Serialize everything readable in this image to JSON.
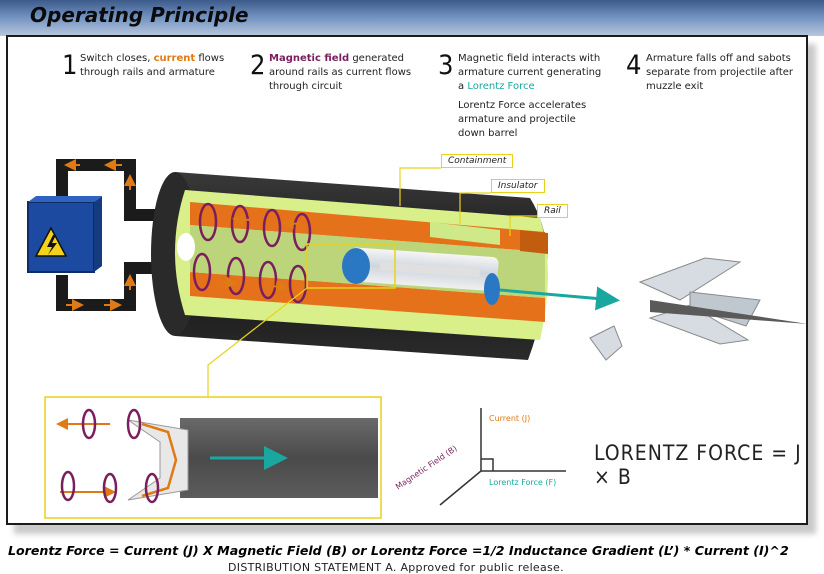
{
  "title": "Operating Principle",
  "steps": [
    {
      "number": "1",
      "pre": "Switch closes, ",
      "highlight": "current",
      "post": " flows through rails and armature"
    },
    {
      "number": "2",
      "highlight": "Magnetic field",
      "post": " generated around rails as current flows through circuit"
    },
    {
      "number": "3",
      "pre": "Magnetic field interacts with armature current generating a ",
      "highlight": "Lorentz Force",
      "extra": "Lorentz Force accelerates armature and projectile down barrel"
    },
    {
      "number": "4",
      "pre": "Armature falls off and sabots separate from projectile after muzzle exit"
    }
  ],
  "labels": {
    "containment": "Containment",
    "insulator": "Insulator",
    "rail": "Rail"
  },
  "axes": {
    "current": "Current (J)",
    "field": "Magnetic Field (B)",
    "force": "Lorentz Force (F)"
  },
  "formula_big": "LORENTZ FORCE = J × B",
  "caption": "Lorentz Force = Current (J) X Magnetic Field (B) or Lorentz Force =1/2 Inductance Gradient (L’) * Current (I)^2",
  "distribution": "DISTRIBUTION STATEMENT A. Approved for public release.",
  "colors": {
    "current": "#e07a14",
    "field": "#7a1f5e",
    "lorentz": "#1aa7a0",
    "rail": "#e5721a",
    "insulator": "#d9ef8a",
    "barrel": "#1b1b1b",
    "callout": "#e8d21a",
    "power": "#1b4aa0"
  }
}
